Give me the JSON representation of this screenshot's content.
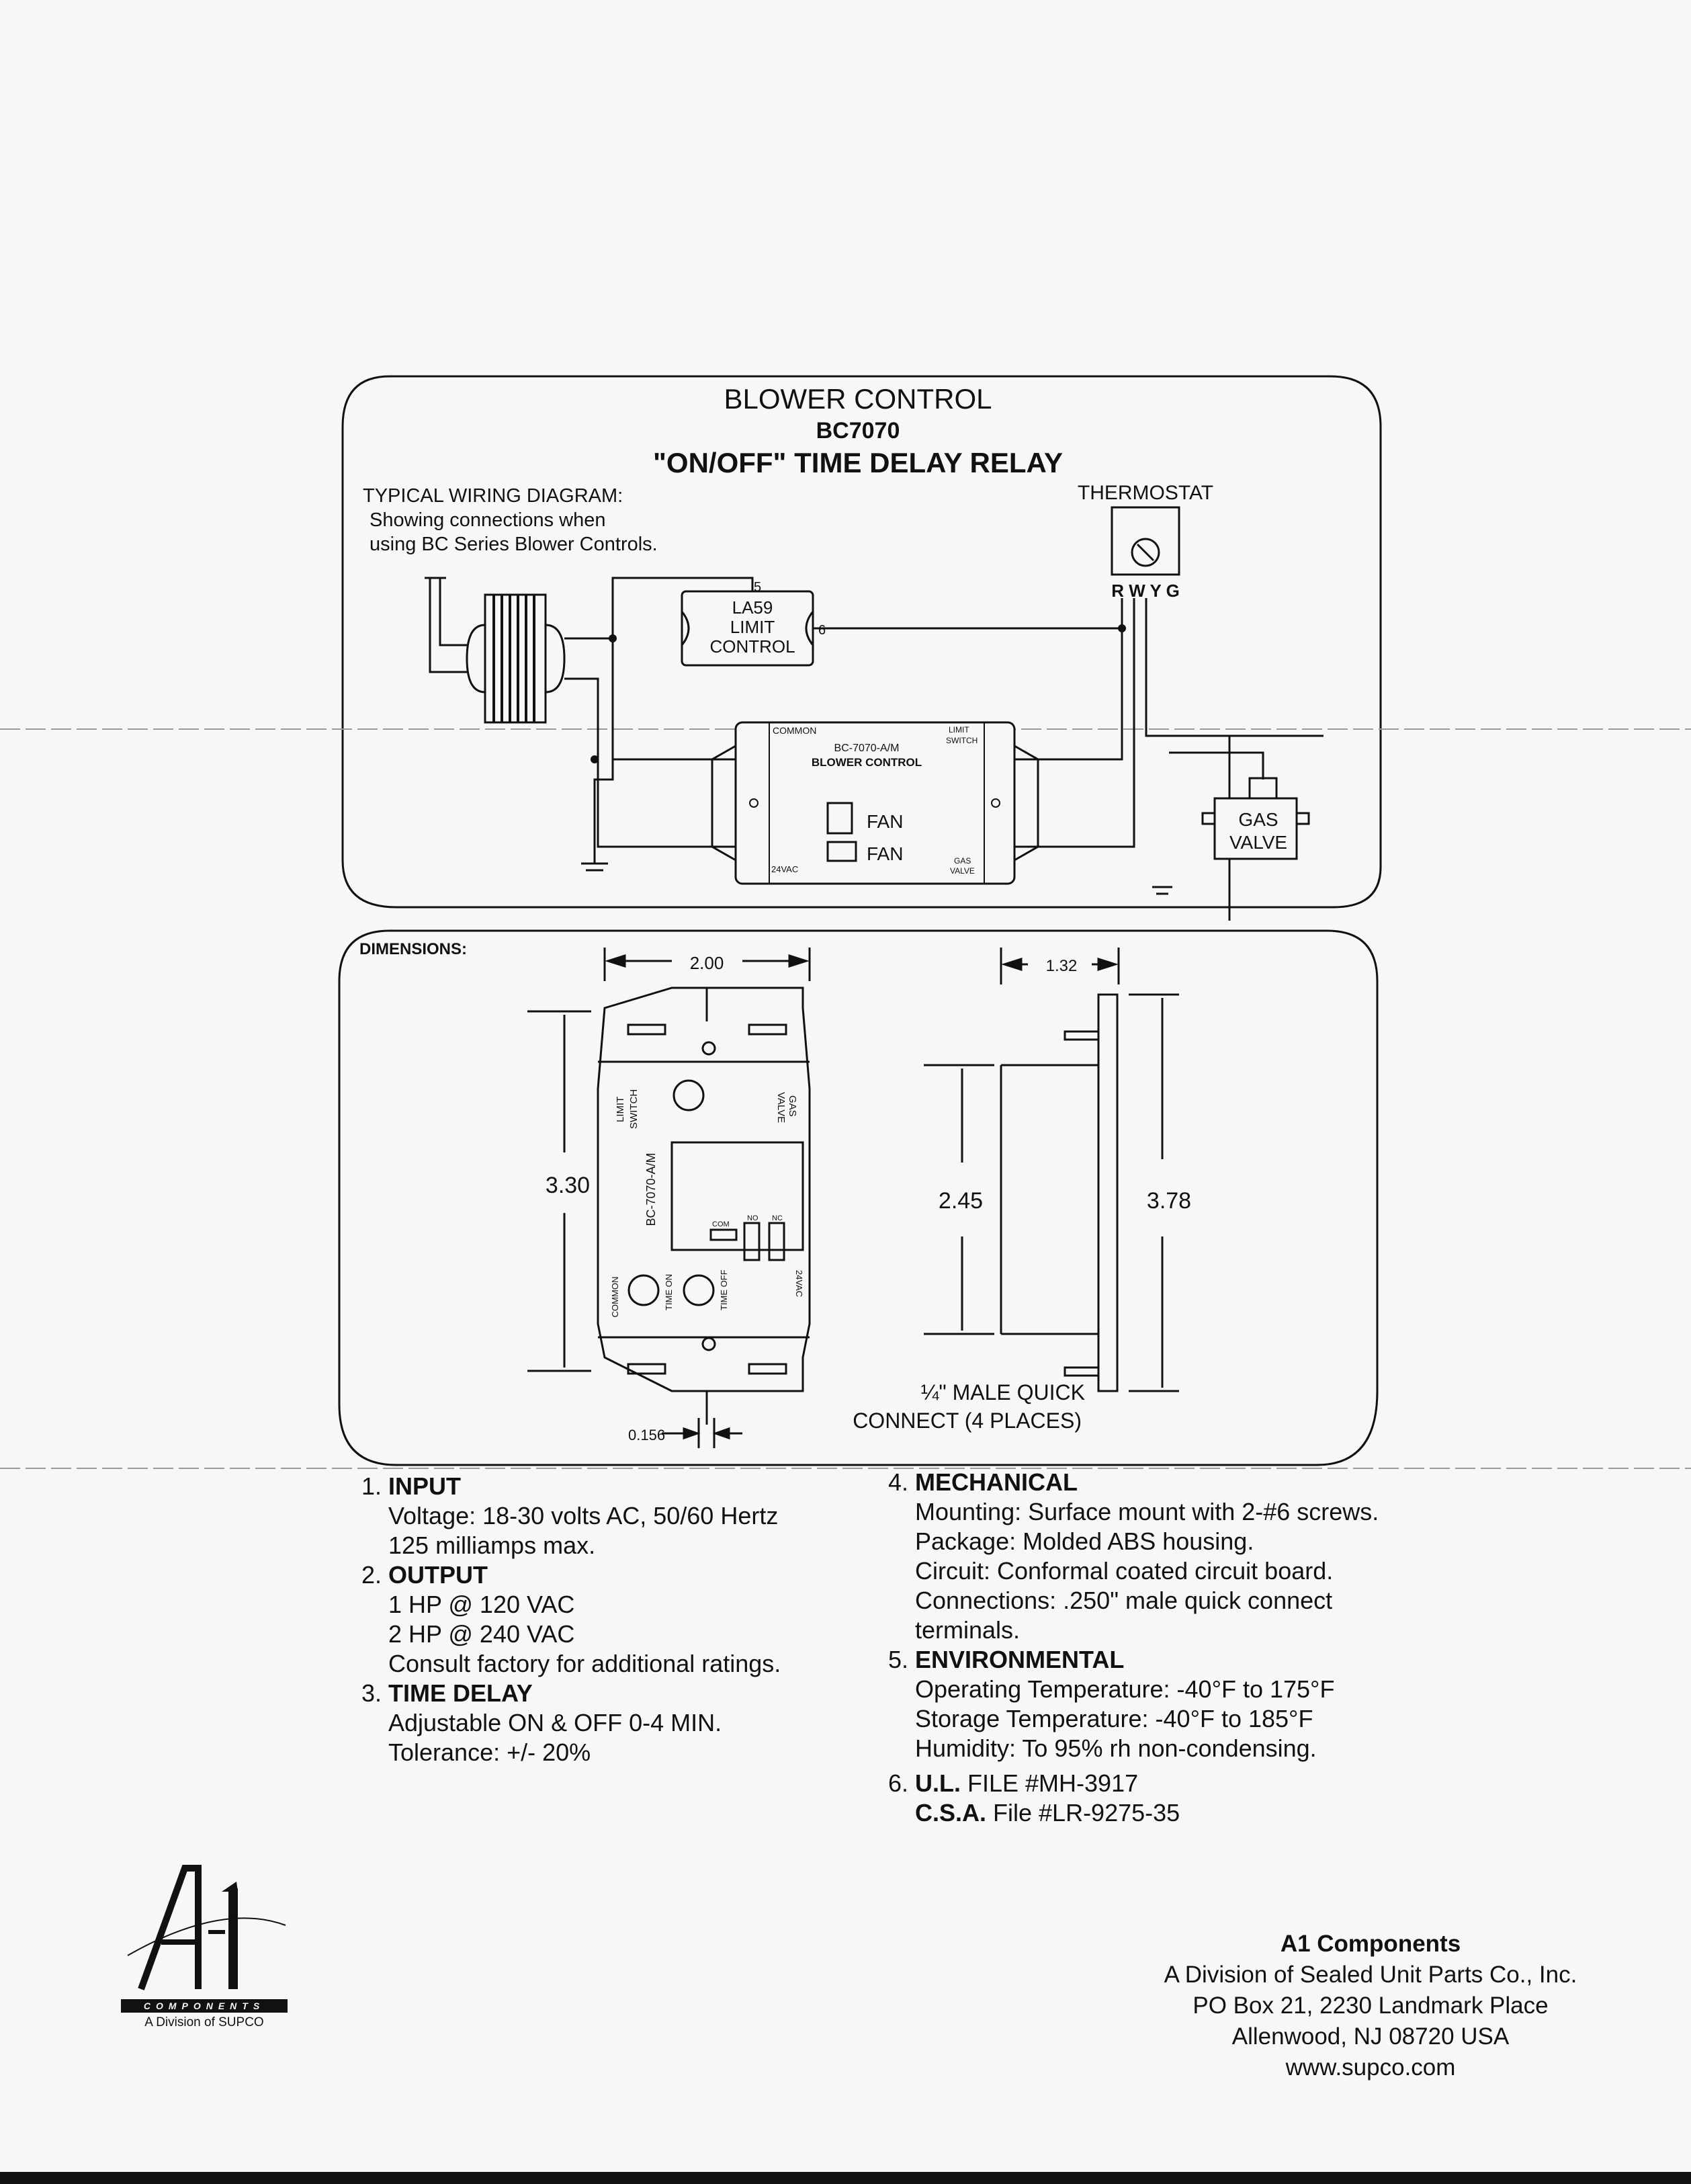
{
  "wiring": {
    "title": "BLOWER CONTROL",
    "model": "BC7070",
    "subtitle": "\"ON/OFF\" TIME DELAY RELAY",
    "typical": "TYPICAL WIRING DIAGRAM:",
    "showing1": "Showing connections when",
    "showing2": "using BC Series Blower Controls.",
    "thermostat": "THERMOSTAT",
    "terminals": "R W Y G",
    "limit_l1": "LA59",
    "limit_l2": "LIMIT",
    "limit_l3": "CONTROL",
    "limit_t5": "5",
    "limit_t6": "6",
    "common": "COMMON",
    "limit_switch_1": "LIMIT",
    "limit_switch_2": "SWITCH",
    "bc_model": "BC-7070-A/M",
    "bc_name": "BLOWER CONTROL",
    "fan1": "FAN",
    "fan2": "FAN",
    "v24": "24VAC",
    "gas1": "GAS",
    "gas2": "VALVE",
    "gasvalve1": "GAS",
    "gasvalve2": "VALVE"
  },
  "dimensions": {
    "label": "DIMENSIONS:",
    "width": "2.00",
    "height": "3.30",
    "tab": "0.156",
    "depth": "1.32",
    "inner_height": "2.45",
    "overall_height": "3.78",
    "qc1": "¼\" MALE QUICK",
    "qc2": "CONNECT (4 PLACES)",
    "face_limit_switch_1": "LIMIT",
    "face_limit_switch_2": "SWITCH",
    "face_gas_valve_1": "GAS",
    "face_gas_valve_2": "VALVE",
    "face_model": "BC-7070-A/M",
    "face_common": "COMMON",
    "face_time_on": "TIME ON",
    "face_time_off": "TIME OFF",
    "face_24vac": "24VAC",
    "face_com": "COM",
    "face_no": "NO",
    "face_nc": "NC"
  },
  "specs_left": [
    {
      "num": "1.",
      "heading": "INPUT",
      "lines": [
        "Voltage: 18-30 volts AC, 50/60 Hertz",
        "125 milliamps max."
      ]
    },
    {
      "num": "2.",
      "heading": "OUTPUT",
      "lines": [
        "1 HP @ 120 VAC",
        "2 HP @ 240 VAC",
        "Consult factory for additional ratings."
      ]
    },
    {
      "num": "3.",
      "heading": "TIME DELAY",
      "lines": [
        "Adjustable ON & OFF 0-4 MIN.",
        "Tolerance: +/- 20%"
      ]
    }
  ],
  "specs_right": [
    {
      "num": "4.",
      "heading": "MECHANICAL",
      "lines": [
        "Mounting: Surface mount with 2-#6 screws.",
        "Package: Molded ABS housing.",
        "Circuit: Conformal coated circuit board.",
        "Connections: .250\" male quick connect",
        "terminals."
      ]
    },
    {
      "num": "5.",
      "heading": "ENVIRONMENTAL",
      "lines": [
        "Operating Temperature: -40°F to 175°F",
        "Storage Temperature: -40°F to 185°F",
        "Humidity: To 95% rh non-condensing."
      ]
    }
  ],
  "ul": {
    "num": "6.",
    "ul_label": "U.L.",
    "ul_text": " FILE #MH-3917",
    "csa_label": "C.S.A.",
    "csa_text": " File #LR-9275-35"
  },
  "logo": {
    "mark": "A-1",
    "components": "COMPONENTS",
    "division": "A Division of SUPCO"
  },
  "company": {
    "name": "A1 Components",
    "line1": "A Division of Sealed Unit Parts Co., Inc.",
    "line2": "PO Box 21, 2230 Landmark Place",
    "line3": "Allenwood, NJ 08720 USA",
    "line4": "www.supco.com"
  }
}
